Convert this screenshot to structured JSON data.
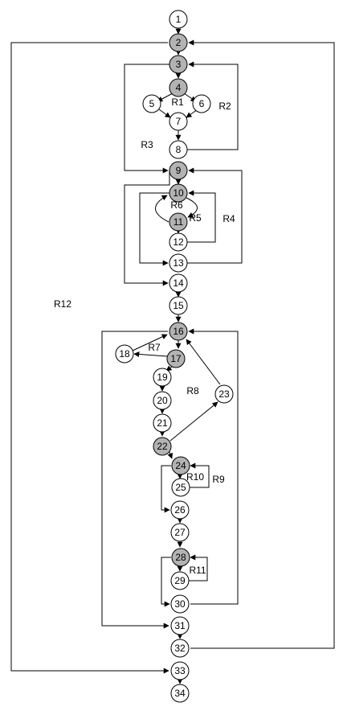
{
  "colors": {
    "decision": "#b3b3b3",
    "plain": "#ffffff",
    "line": "#000000"
  },
  "nodes": [
    {
      "id": "1",
      "decision": false
    },
    {
      "id": "2",
      "decision": true
    },
    {
      "id": "3",
      "decision": true
    },
    {
      "id": "4",
      "decision": true
    },
    {
      "id": "5",
      "decision": false
    },
    {
      "id": "6",
      "decision": false
    },
    {
      "id": "7",
      "decision": false
    },
    {
      "id": "8",
      "decision": false
    },
    {
      "id": "9",
      "decision": true
    },
    {
      "id": "10",
      "decision": true
    },
    {
      "id": "11",
      "decision": true
    },
    {
      "id": "12",
      "decision": false
    },
    {
      "id": "13",
      "decision": false
    },
    {
      "id": "14",
      "decision": false
    },
    {
      "id": "15",
      "decision": false
    },
    {
      "id": "16",
      "decision": true
    },
    {
      "id": "17",
      "decision": true
    },
    {
      "id": "18",
      "decision": false
    },
    {
      "id": "19",
      "decision": false
    },
    {
      "id": "20",
      "decision": false
    },
    {
      "id": "21",
      "decision": false
    },
    {
      "id": "22",
      "decision": true
    },
    {
      "id": "23",
      "decision": false
    },
    {
      "id": "24",
      "decision": true
    },
    {
      "id": "25",
      "decision": false
    },
    {
      "id": "26",
      "decision": false
    },
    {
      "id": "27",
      "decision": false
    },
    {
      "id": "28",
      "decision": true
    },
    {
      "id": "29",
      "decision": false
    },
    {
      "id": "30",
      "decision": false
    },
    {
      "id": "31",
      "decision": false
    },
    {
      "id": "32",
      "decision": false
    },
    {
      "id": "33",
      "decision": false
    },
    {
      "id": "34",
      "decision": false
    }
  ],
  "regions": [
    "R1",
    "R2",
    "R3",
    "R4",
    "R5",
    "R6",
    "R7",
    "R8",
    "R9",
    "R10",
    "R11",
    "R12"
  ]
}
